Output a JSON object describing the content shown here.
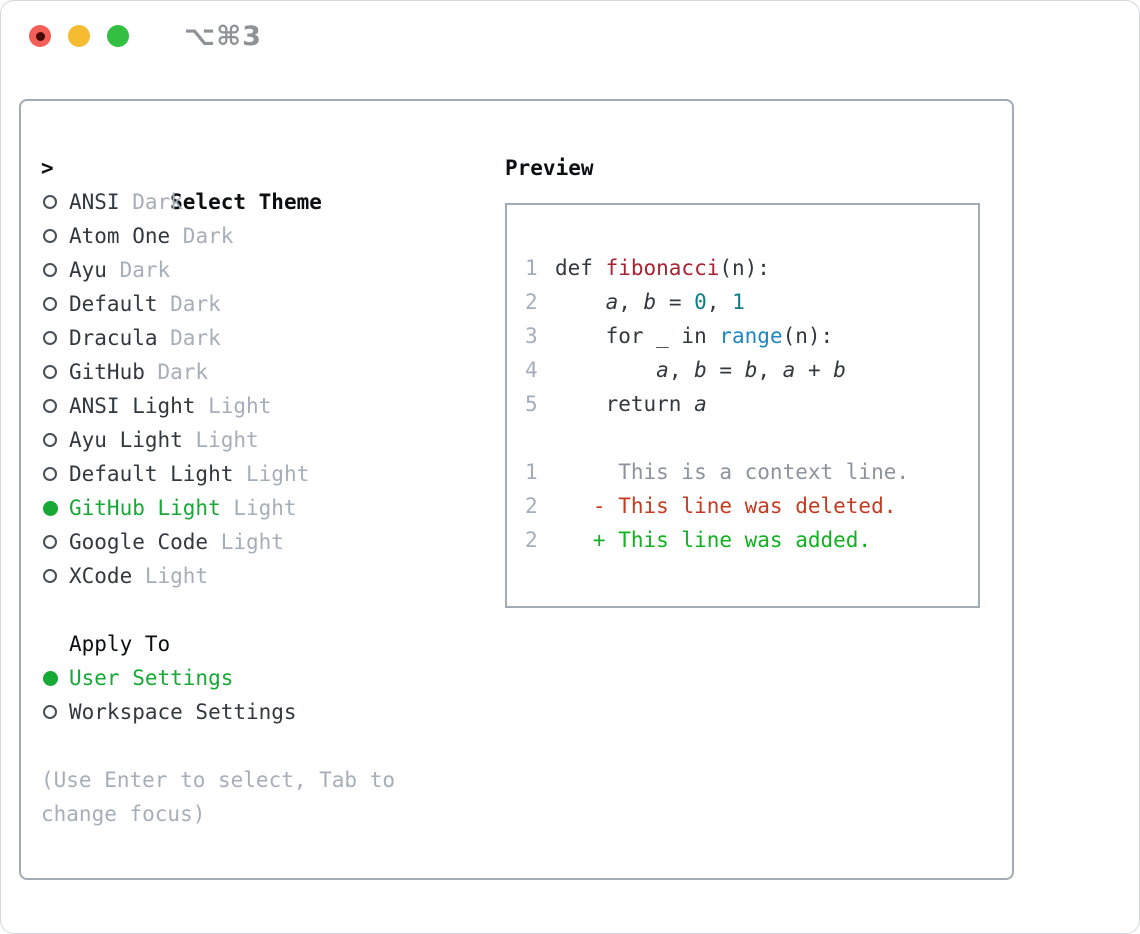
{
  "window": {
    "title": "⌥⌘3"
  },
  "titlebar": {
    "buttons": [
      "close",
      "minimize",
      "zoom"
    ]
  },
  "theme_picker": {
    "prompt": ">",
    "title": "Select Theme",
    "items": [
      {
        "name": "ANSI",
        "variant": "Dark",
        "selected": false
      },
      {
        "name": "Atom One",
        "variant": "Dark",
        "selected": false
      },
      {
        "name": "Ayu",
        "variant": "Dark",
        "selected": false
      },
      {
        "name": "Default",
        "variant": "Dark",
        "selected": false
      },
      {
        "name": "Dracula",
        "variant": "Dark",
        "selected": false
      },
      {
        "name": "GitHub",
        "variant": "Dark",
        "selected": false
      },
      {
        "name": "ANSI Light",
        "variant": "Light",
        "selected": false
      },
      {
        "name": "Ayu Light",
        "variant": "Light",
        "selected": false
      },
      {
        "name": "Default Light",
        "variant": "Light",
        "selected": false
      },
      {
        "name": "GitHub Light",
        "variant": "Light",
        "selected": true
      },
      {
        "name": "Google Code",
        "variant": "Light",
        "selected": false
      },
      {
        "name": "XCode",
        "variant": "Light",
        "selected": false
      }
    ]
  },
  "apply_to": {
    "title": "Apply To",
    "options": [
      {
        "label": "User Settings",
        "selected": true
      },
      {
        "label": "Workspace Settings",
        "selected": false
      }
    ]
  },
  "help_text": "(Use Enter to select, Tab to change focus)",
  "preview": {
    "title": "Preview",
    "lines": [
      {
        "num": "1",
        "tokens": [
          {
            "t": "def ",
            "c": "plain"
          },
          {
            "t": "fibonacci",
            "c": "func"
          },
          {
            "t": "(n):",
            "c": "plain"
          }
        ]
      },
      {
        "num": "2",
        "tokens": [
          {
            "t": "    ",
            "c": "plain"
          },
          {
            "t": "a",
            "c": "var"
          },
          {
            "t": ", ",
            "c": "plain"
          },
          {
            "t": "b",
            "c": "var"
          },
          {
            "t": " = ",
            "c": "plain"
          },
          {
            "t": "0",
            "c": "num"
          },
          {
            "t": ", ",
            "c": "plain"
          },
          {
            "t": "1",
            "c": "num"
          }
        ]
      },
      {
        "num": "3",
        "tokens": [
          {
            "t": "    for _ in ",
            "c": "plain"
          },
          {
            "t": "range",
            "c": "builtin"
          },
          {
            "t": "(n):",
            "c": "plain"
          }
        ]
      },
      {
        "num": "4",
        "tokens": [
          {
            "t": "        ",
            "c": "plain"
          },
          {
            "t": "a",
            "c": "var"
          },
          {
            "t": ", ",
            "c": "plain"
          },
          {
            "t": "b",
            "c": "var"
          },
          {
            "t": " = ",
            "c": "plain"
          },
          {
            "t": "b",
            "c": "var"
          },
          {
            "t": ", ",
            "c": "plain"
          },
          {
            "t": "a",
            "c": "var"
          },
          {
            "t": " + ",
            "c": "plain"
          },
          {
            "t": "b",
            "c": "var"
          }
        ]
      },
      {
        "num": "5",
        "tokens": [
          {
            "t": "    return ",
            "c": "plain"
          },
          {
            "t": "a",
            "c": "var"
          }
        ]
      },
      {
        "num": "",
        "tokens": []
      },
      {
        "num": "1",
        "tokens": [
          {
            "t": "     This is a context line.",
            "c": "context"
          }
        ]
      },
      {
        "num": "2",
        "tokens": [
          {
            "t": "   - This line was deleted.",
            "c": "deleted"
          }
        ]
      },
      {
        "num": "2",
        "tokens": [
          {
            "t": "   + This line was added.",
            "c": "added"
          }
        ]
      }
    ]
  },
  "colors": {
    "accent_green": "#17a935",
    "diff_added_green": "#0fb21f",
    "diff_deleted_red": "#c63a21",
    "function_red": "#aa2231",
    "builtin_blue": "#1c86c6",
    "number_teal": "#0d7e84",
    "border_gray": "#a3abb5",
    "muted_gray": "#a6aeba",
    "traffic_red": "#f35f57",
    "traffic_yellow": "#f6bc31",
    "traffic_green": "#33c042"
  }
}
